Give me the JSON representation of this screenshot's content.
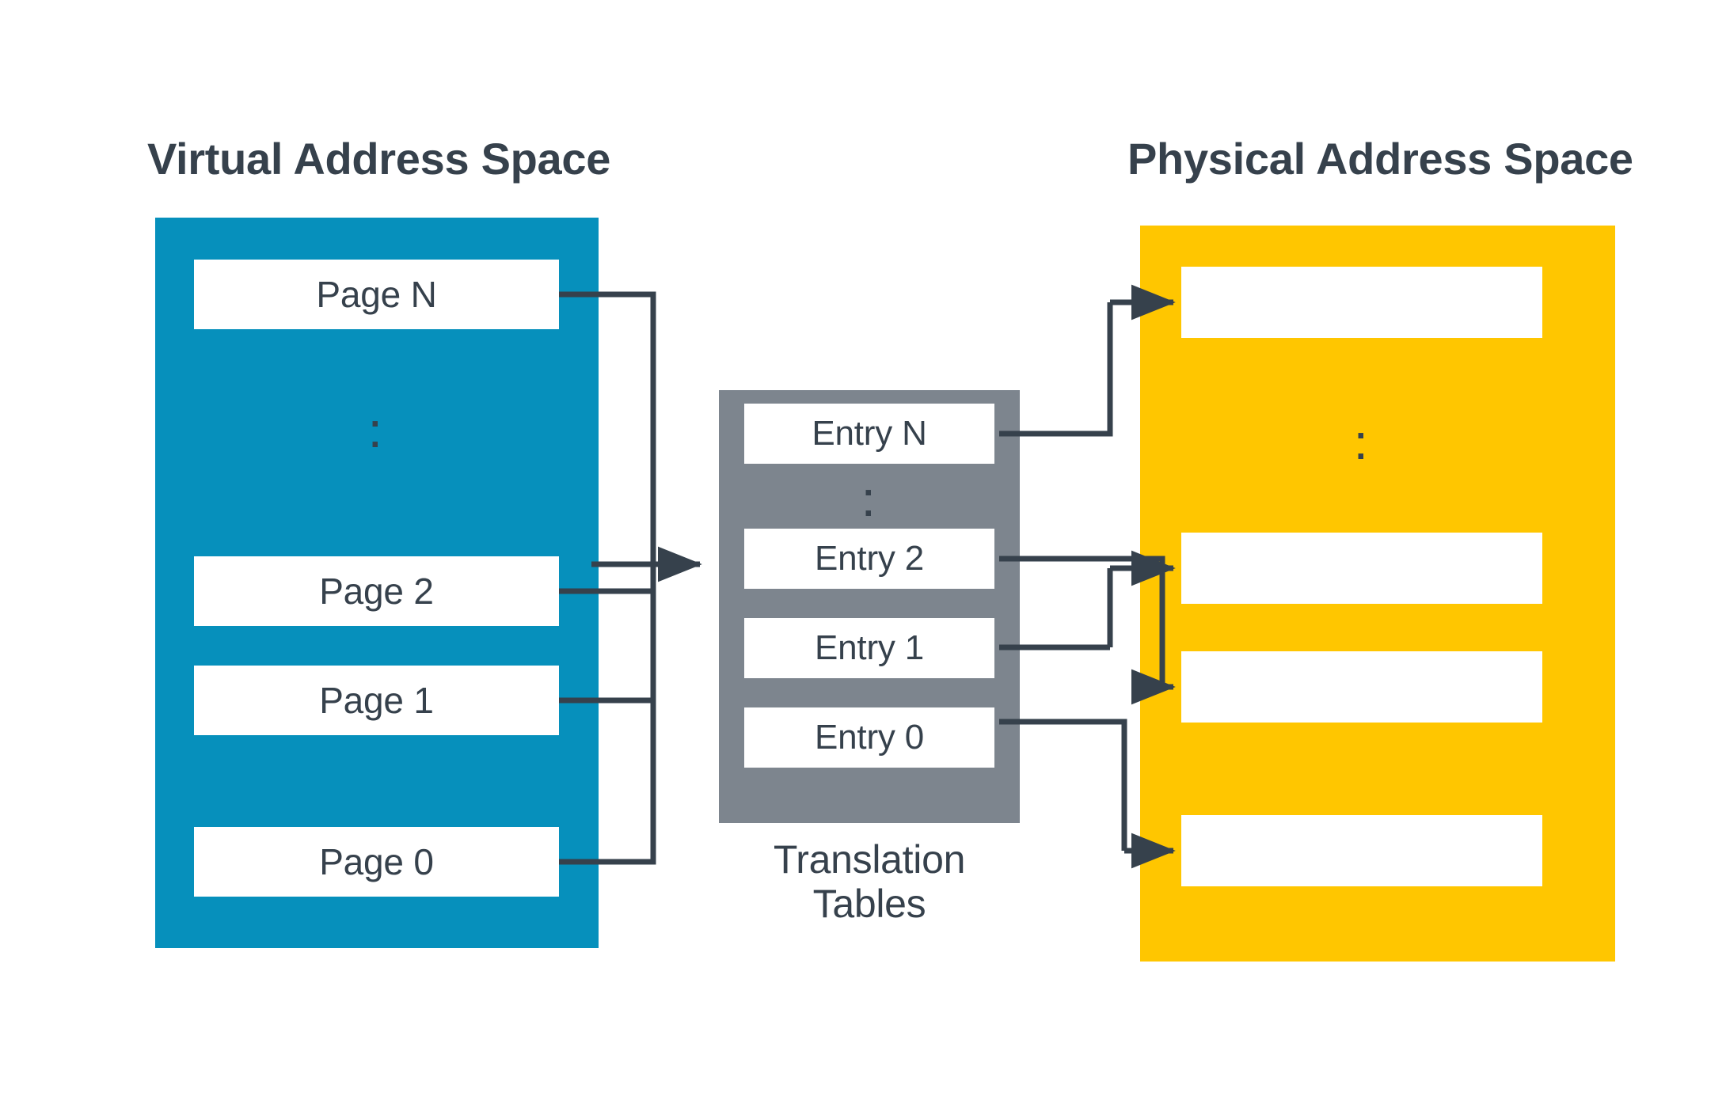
{
  "diagram": {
    "title": "Virtual memory address translation",
    "colors": {
      "virtual_panel": "#0690BC",
      "physical_panel": "#FFC600",
      "table_panel": "#7D858E",
      "block_fill": "#FFFFFF",
      "text": "#36414C",
      "connector": "#36414C"
    }
  },
  "virtual_address_space": {
    "heading": "Virtual Address Space",
    "ellipsis": "⋮",
    "pages": [
      {
        "label": "Page N"
      },
      {
        "label": "Page 2"
      },
      {
        "label": "Page 1"
      },
      {
        "label": "Page 0"
      }
    ]
  },
  "translation_tables": {
    "caption_line1": "Translation",
    "caption_line2": "Tables",
    "ellipsis": "⋮",
    "entries": [
      {
        "label": "Entry N"
      },
      {
        "label": "Entry 2"
      },
      {
        "label": "Entry 1"
      },
      {
        "label": "Entry 0"
      }
    ]
  },
  "physical_address_space": {
    "heading": "Physical Address Space",
    "ellipsis": "⋮",
    "frames": [
      {
        "label": ""
      },
      {
        "label": ""
      },
      {
        "label": ""
      },
      {
        "label": ""
      }
    ]
  }
}
